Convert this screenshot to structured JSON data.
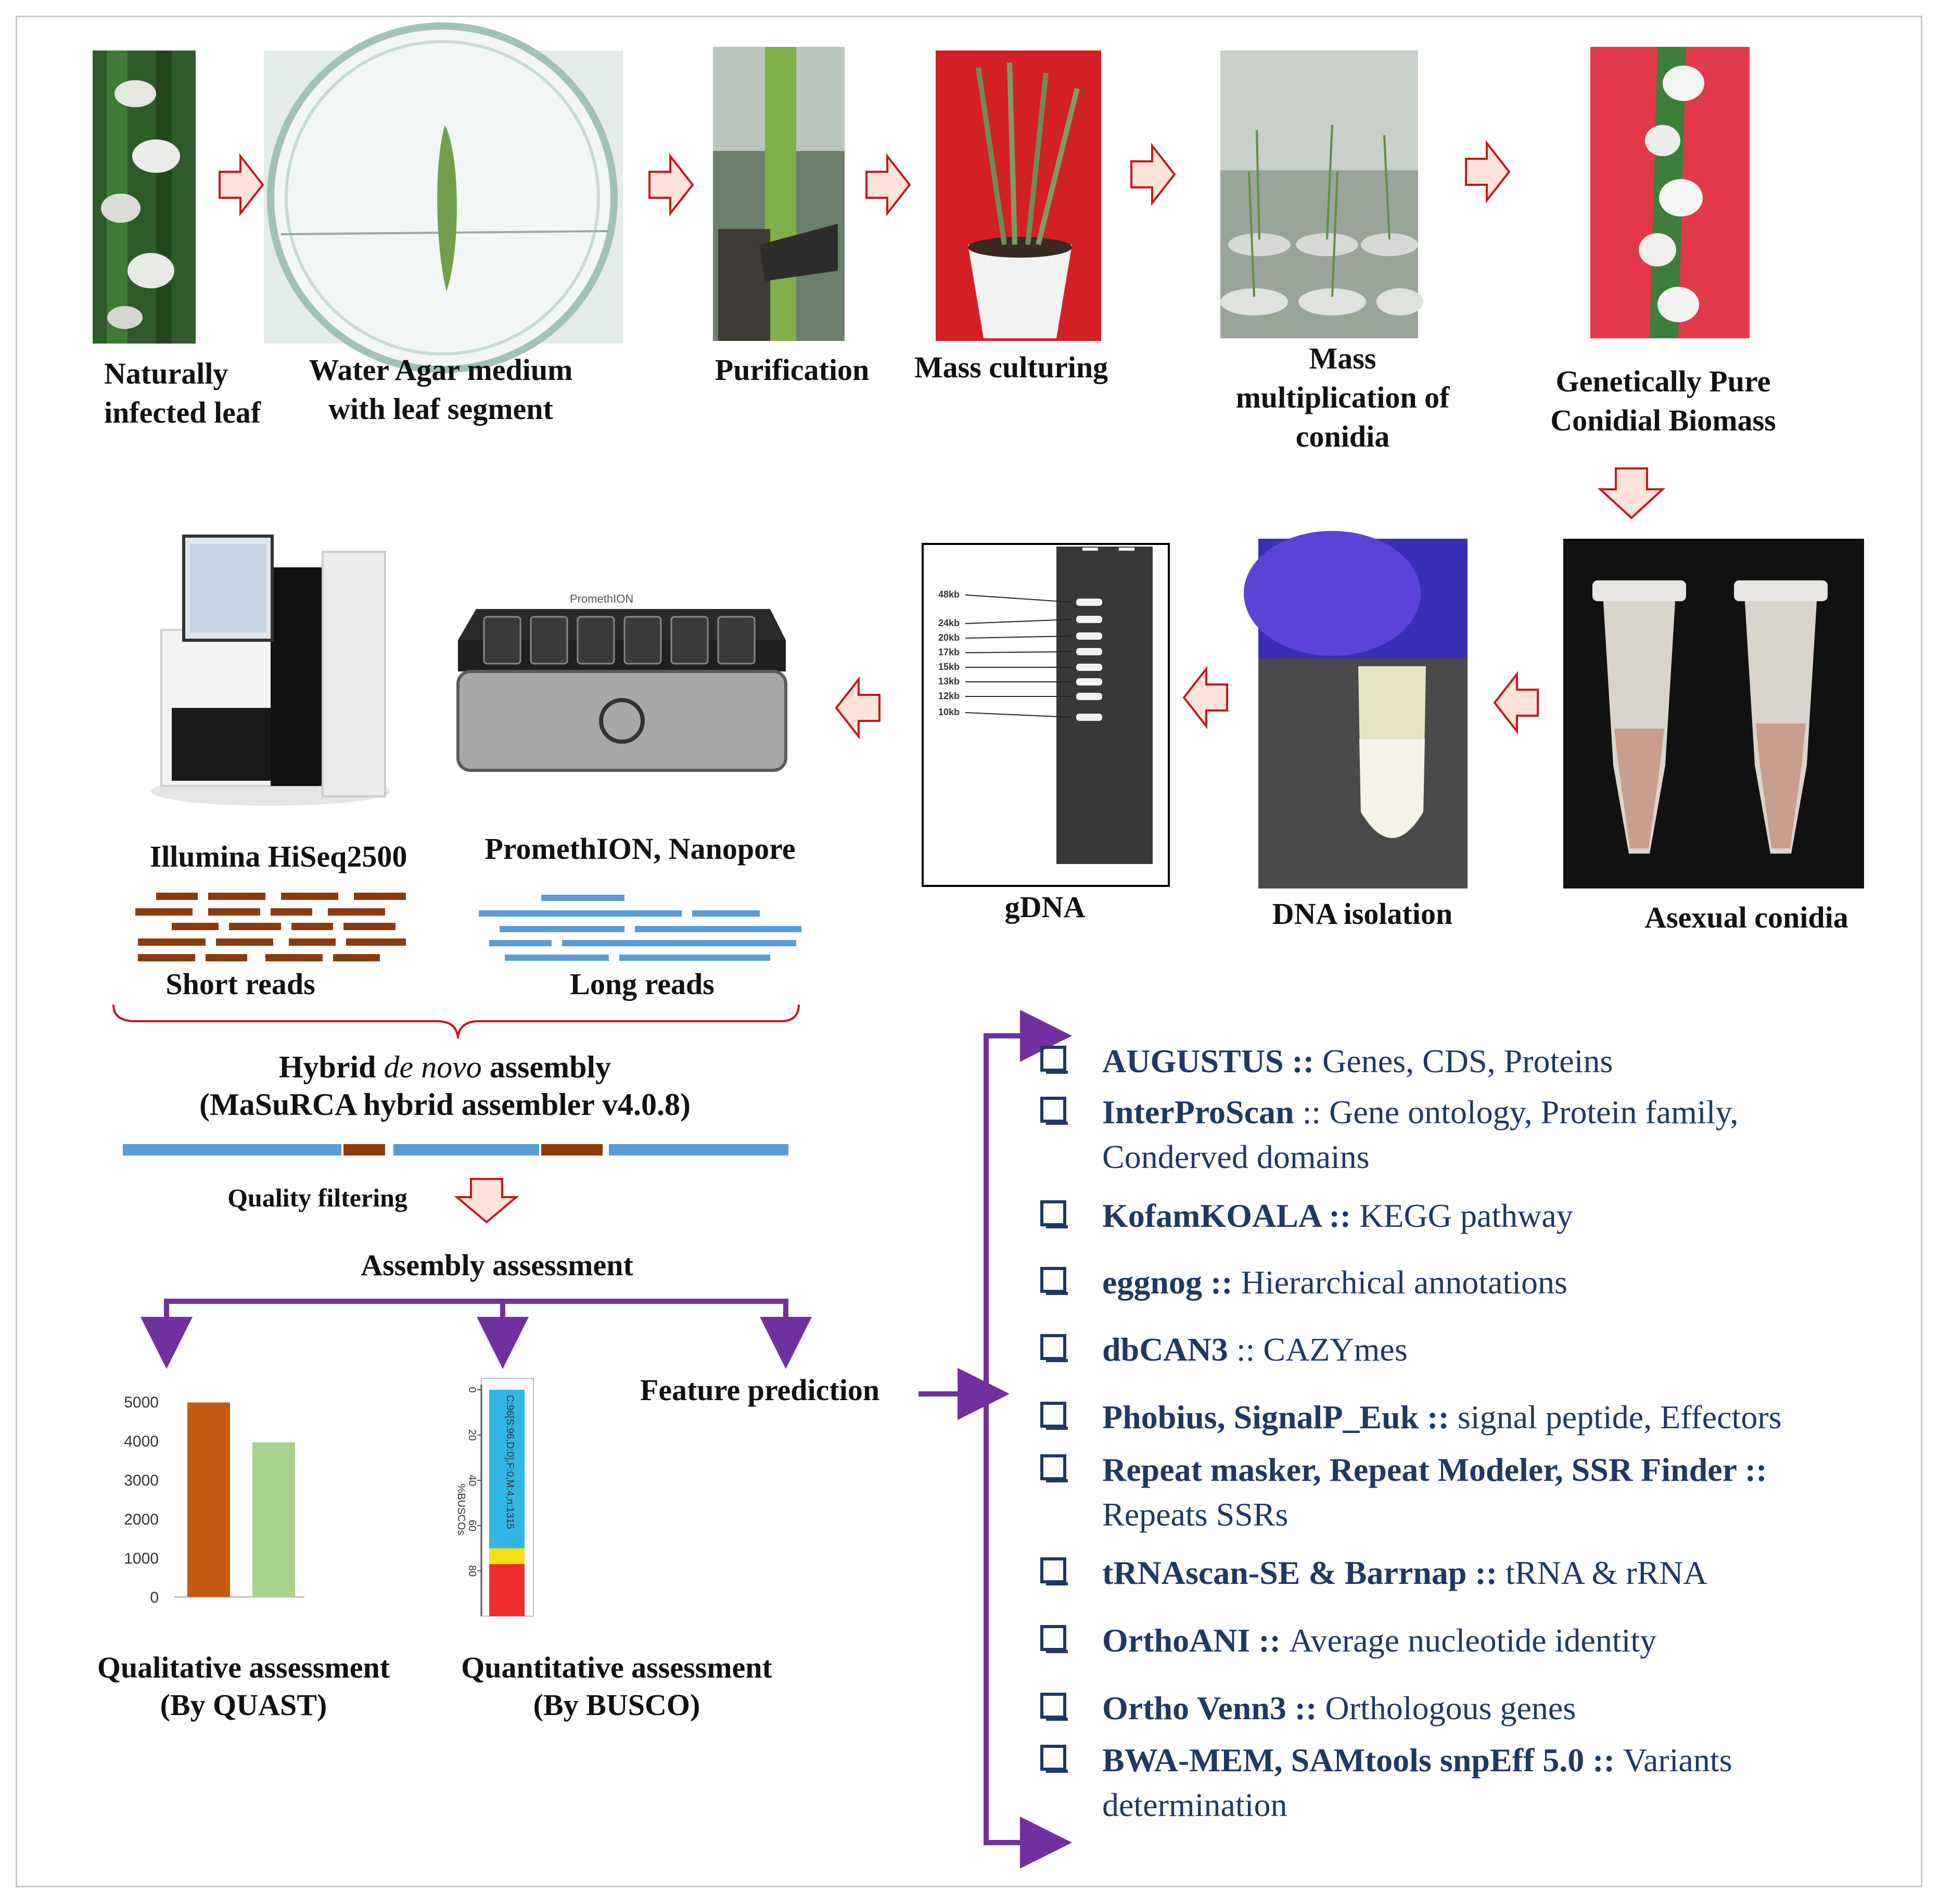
{
  "colors": {
    "flow_arrow_stroke": "#c8171e",
    "flow_arrow_fill": "#fde3da",
    "purple": "#7030a0",
    "tool_text": "#1f3864",
    "short_read": "#8b3a0f",
    "long_read": "#5b9bd5"
  },
  "steps": {
    "naturally_infected_leaf": [
      "Naturally",
      "infected leaf"
    ],
    "water_agar": [
      "Water Agar medium",
      "with leaf segment"
    ],
    "purification": "Purification",
    "mass_culturing": "Mass culturing",
    "mass_multiplication": [
      "Mass",
      "multiplication of",
      "conidia"
    ],
    "genetically_pure": [
      "Genetically Pure",
      "Conidial Biomass"
    ],
    "asexual_conidia": "Asexual conidia",
    "dna_isolation": "DNA isolation",
    "gdna": "gDNA",
    "illumina": "Illumina HiSeq2500",
    "promethion": "PromethION, Nanopore",
    "short_reads": "Short reads",
    "long_reads": "Long reads"
  },
  "promethion_logo": "PromethION",
  "gel_ladder": [
    "48kb",
    "24kb",
    "20kb",
    "17kb",
    "15kb",
    "13kb",
    "12kb",
    "10kb"
  ],
  "assembly": {
    "line1_pre": "Hybrid ",
    "line1_italic": "de novo",
    "line1_post": " assembly",
    "line2": "(MaSuRCA hybrid assembler v4.0.8)"
  },
  "quality_filtering": "Quality filtering",
  "assembly_assessment": "Assembly assessment",
  "feature_prediction": "Feature prediction",
  "qualitative": [
    "Qualitative assessment",
    "(By QUAST)"
  ],
  "quantitative": [
    "Quantitative assessment",
    "(By BUSCO)"
  ],
  "chart_data": [
    {
      "type": "bar",
      "categories": [
        "",
        ""
      ],
      "values": [
        4980,
        3960
      ],
      "colors": [
        "#c55a11",
        "#a9d18e"
      ],
      "ylim": [
        0,
        5000
      ],
      "yticks": [
        0,
        1000,
        2000,
        3000,
        4000,
        5000
      ],
      "grid": false
    },
    {
      "type": "bar",
      "orientation": "stacked-vertical",
      "segments": [
        {
          "value": 70,
          "color": "#33b5e5"
        },
        {
          "value": 7,
          "color": "#f5e013"
        },
        {
          "value": 23,
          "color": "#ee2d2d"
        }
      ],
      "ylim": [
        0,
        100
      ],
      "yticks": [
        0,
        20,
        40,
        60,
        80
      ],
      "ylabel": "%BUSCOs",
      "bar_text": "C:96[S:96,D:0],F:0,M:4,n:1315"
    }
  ],
  "tools": [
    {
      "bold": "AUGUSTUS :: ",
      "rest": [
        "Genes, CDS, Proteins"
      ]
    },
    {
      "bold": "InterProScan ",
      "rest": [
        ":: Gene ontology, Protein family,",
        "Conderved domains"
      ]
    },
    {
      "bold": "KofamKOALA :: ",
      "rest": [
        "KEGG pathway"
      ]
    },
    {
      "bold": "eggnog :: ",
      "rest": [
        " Hierarchical annotations"
      ]
    },
    {
      "bold": "dbCAN3 ",
      "rest": [
        ":: CAZYmes"
      ]
    },
    {
      "bold": "Phobius, SignalP_Euk :: ",
      "rest": [
        "signal peptide, Effectors"
      ]
    },
    {
      "bold": "Repeat masker, Repeat Modeler, SSR Finder ::",
      "rest": [
        "",
        "Repeats SSRs"
      ]
    },
    {
      "bold": "tRNAscan-SE & Barrnap :: ",
      "rest": [
        "tRNA & rRNA"
      ]
    },
    {
      "bold": "OrthoANI  :: ",
      "rest": [
        "Average nucleotide identity"
      ]
    },
    {
      "bold": "Ortho Venn3 :: ",
      "rest": [
        "Orthologous genes"
      ]
    },
    {
      "bold": "BWA-MEM, SAMtools snpEff 5.0 :: ",
      "rest": [
        "Variants",
        "determination"
      ]
    }
  ]
}
